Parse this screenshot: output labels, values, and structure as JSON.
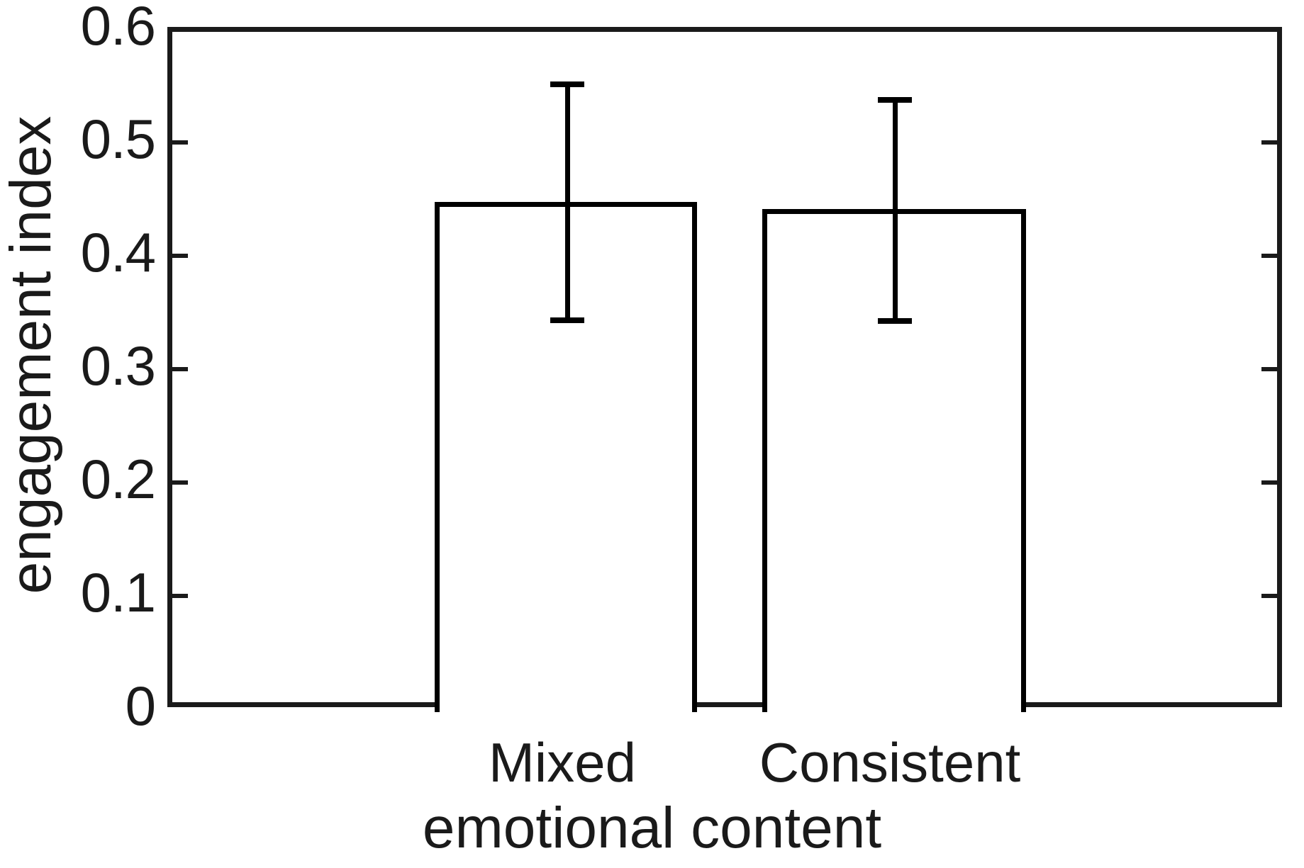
{
  "chart_data": {
    "type": "bar",
    "title": "",
    "subtitle": "",
    "xlabel": "emotional content",
    "ylabel": "engagement index",
    "categories": [
      "Mixed",
      "Consistent"
    ],
    "values": [
      0.45,
      0.444
    ],
    "series": [
      {
        "name": "engagement index",
        "values": [
          0.45,
          0.444
        ],
        "error_upper": [
          0.556,
          0.5425
        ],
        "error_lower": [
          0.343,
          0.3425
        ]
      }
    ],
    "error_bars": [
      {
        "category": "Mixed",
        "mean": 0.45,
        "upper": 0.556,
        "lower": 0.343
      },
      {
        "category": "Consistent",
        "mean": 0.444,
        "upper": 0.5425,
        "lower": 0.3425
      }
    ],
    "ylim": [
      0,
      0.6
    ],
    "yticks": [
      0,
      0.1,
      0.2,
      0.3,
      0.4,
      0.5,
      0.6
    ],
    "ytick_labels": [
      "0",
      "0.1",
      "0.2",
      "0.3",
      "0.4",
      "0.5",
      "0.6"
    ],
    "xlim": [
      0,
      3
    ],
    "xticks": [
      1,
      2
    ],
    "grid": false,
    "legend": null,
    "legend_position": "none",
    "bar_fill_color": "#ffffff",
    "bar_edge_color": "#000000",
    "axis_color": "#1a1a1a",
    "annotations": []
  },
  "axes": {
    "y_label": "engagement index",
    "x_label": "emotional content",
    "y_tick_labels": [
      "0.6",
      "0.5",
      "0.4",
      "0.3",
      "0.2",
      "0.1",
      "0"
    ],
    "x_tick_labels": [
      "Mixed",
      "Consistent"
    ]
  }
}
